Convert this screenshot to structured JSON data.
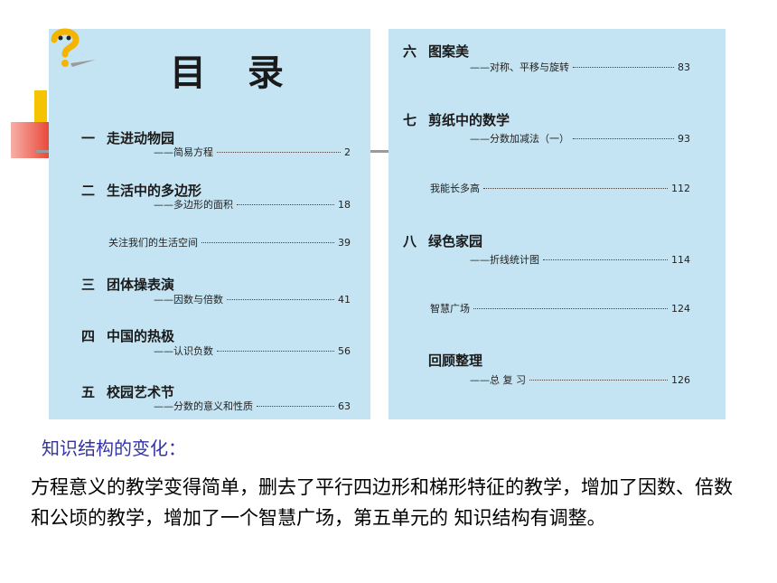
{
  "title": "目 录",
  "left_toc": [
    {
      "num": "一",
      "chapter": "走进动物园",
      "sub_dash": "——",
      "sub": "简易方程",
      "page": "2"
    },
    {
      "num": "二",
      "chapter": "生活中的多边形",
      "sub_dash": "——",
      "sub": "多边形的面积",
      "page": "18"
    },
    {
      "misc": "关注我们的生活空间",
      "page": "39"
    },
    {
      "num": "三",
      "chapter": "团体操表演",
      "sub_dash": "——",
      "sub": "因数与倍数",
      "page": "41"
    },
    {
      "num": "四",
      "chapter": "中国的热极",
      "sub_dash": "——",
      "sub": "认识负数",
      "page": "56"
    },
    {
      "num": "五",
      "chapter": "校园艺术节",
      "sub_dash": "——",
      "sub": "分数的意义和性质",
      "page": "63"
    }
  ],
  "right_toc": [
    {
      "num": "六",
      "chapter": "图案美",
      "sub_dash": "——",
      "sub": "对称、平移与旋转",
      "page": "83"
    },
    {
      "num": "七",
      "chapter": "剪纸中的数学",
      "sub_dash": "——",
      "sub": "分数加减法（一）",
      "page": "93"
    },
    {
      "misc": "我能长多高",
      "page": "112"
    },
    {
      "num": "八",
      "chapter": "绿色家园",
      "sub_dash": "——",
      "sub": "折线统计图",
      "page": "114"
    },
    {
      "misc": "智慧广场",
      "page": "124"
    },
    {
      "chapter": "回顾整理",
      "sub_dash": "——",
      "sub": "总 复 习",
      "page": "126"
    }
  ],
  "caption": "知识结构的变化：",
  "body": "方程意义的教学变得简单，删去了平行四边形和梯形特征的教学，增加了因数、倍数和公顷的教学，增加了一个智慧广场，第五单元的 知识结构有调整。",
  "colors": {
    "panel": "#c4e4f3",
    "caption": "#3333aa"
  }
}
